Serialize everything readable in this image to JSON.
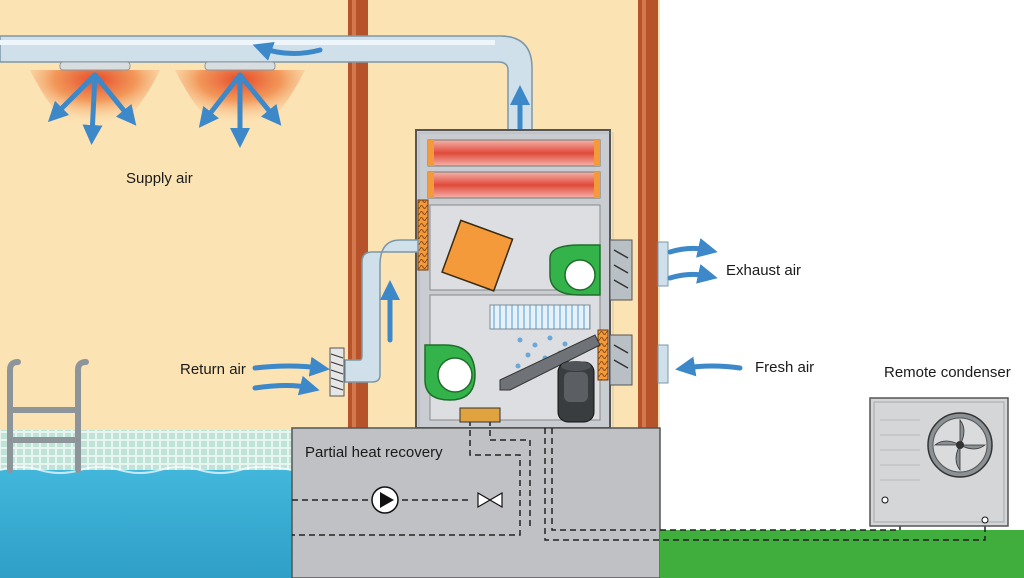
{
  "labels": {
    "supply_air": "Supply air",
    "exhaust_air": "Exhaust air",
    "return_air": "Return air",
    "fresh_air": "Fresh air",
    "remote_condenser": "Remote condenser",
    "partial_heat_recovery": "Partial heat recovery"
  },
  "colors": {
    "wall": "#fce3b4",
    "pillar": "#b6532b",
    "duct": "#cfe0ea",
    "unit_body": "#c9ccd0",
    "basement": "#bfc1c4",
    "pool_water": "#3bb1d6",
    "grass": "#3fae3c",
    "fan": "#34b34a",
    "heat_exchanger": "#f59a3b",
    "airflow_arrow": "#3d88c9",
    "heater_coil": "#e0493a"
  }
}
